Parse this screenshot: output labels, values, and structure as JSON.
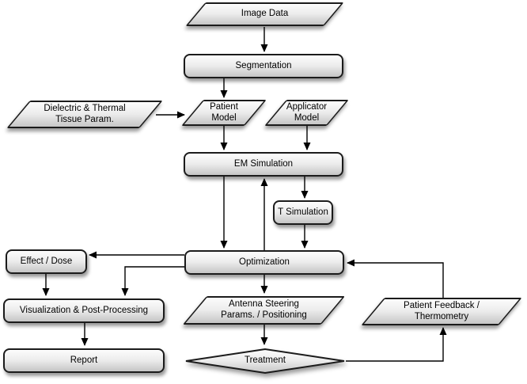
{
  "diagram": {
    "type": "flowchart",
    "background": "#ffffff",
    "colors": {
      "node_fill_top": "#fcfcfc",
      "node_fill_bottom": "#c5c5c5",
      "node_border": "#1b1b1b",
      "arrow": "#000000",
      "text": "#000000"
    },
    "nodes": {
      "image_data": {
        "label": "Image Data",
        "shape": "parallelogram"
      },
      "segmentation": {
        "label": "Segmentation",
        "shape": "process"
      },
      "dielectric_thermal": {
        "label": "Dielectric & Thermal\nTissue Param.",
        "shape": "parallelogram"
      },
      "patient_model": {
        "label": "Patient\nModel",
        "shape": "parallelogram"
      },
      "applicator_model": {
        "label": "Applicator\nModel",
        "shape": "parallelogram"
      },
      "em_simulation": {
        "label": "EM Simulation",
        "shape": "process"
      },
      "t_simulation": {
        "label": "T Simulation",
        "shape": "process"
      },
      "optimization": {
        "label": "Optimization",
        "shape": "process"
      },
      "effect_dose": {
        "label": "Effect / Dose",
        "shape": "process"
      },
      "visualization": {
        "label": "Visualization & Post-Processing",
        "shape": "process"
      },
      "report": {
        "label": "Report",
        "shape": "process"
      },
      "antenna_steering": {
        "label": "Antenna Steering\nParams. / Positioning",
        "shape": "parallelogram"
      },
      "patient_feedback": {
        "label": "Patient Feedback /\nThermometry",
        "shape": "parallelogram"
      },
      "treatment": {
        "label": "Treatment",
        "shape": "decision"
      }
    },
    "edges": [
      {
        "from": "image_data",
        "to": "segmentation"
      },
      {
        "from": "segmentation",
        "to": "patient_model"
      },
      {
        "from": "dielectric_thermal",
        "to": "patient_model"
      },
      {
        "from": "patient_model",
        "to": "em_simulation"
      },
      {
        "from": "applicator_model",
        "to": "em_simulation"
      },
      {
        "from": "em_simulation",
        "to": "optimization"
      },
      {
        "from": "optimization",
        "to": "em_simulation"
      },
      {
        "from": "em_simulation",
        "to": "t_simulation"
      },
      {
        "from": "t_simulation",
        "to": "optimization"
      },
      {
        "from": "optimization",
        "to": "effect_dose"
      },
      {
        "from": "optimization",
        "to": "visualization"
      },
      {
        "from": "effect_dose",
        "to": "visualization"
      },
      {
        "from": "visualization",
        "to": "report"
      },
      {
        "from": "optimization",
        "to": "antenna_steering"
      },
      {
        "from": "antenna_steering",
        "to": "treatment"
      },
      {
        "from": "treatment",
        "to": "patient_feedback"
      },
      {
        "from": "patient_feedback",
        "to": "optimization"
      }
    ]
  }
}
